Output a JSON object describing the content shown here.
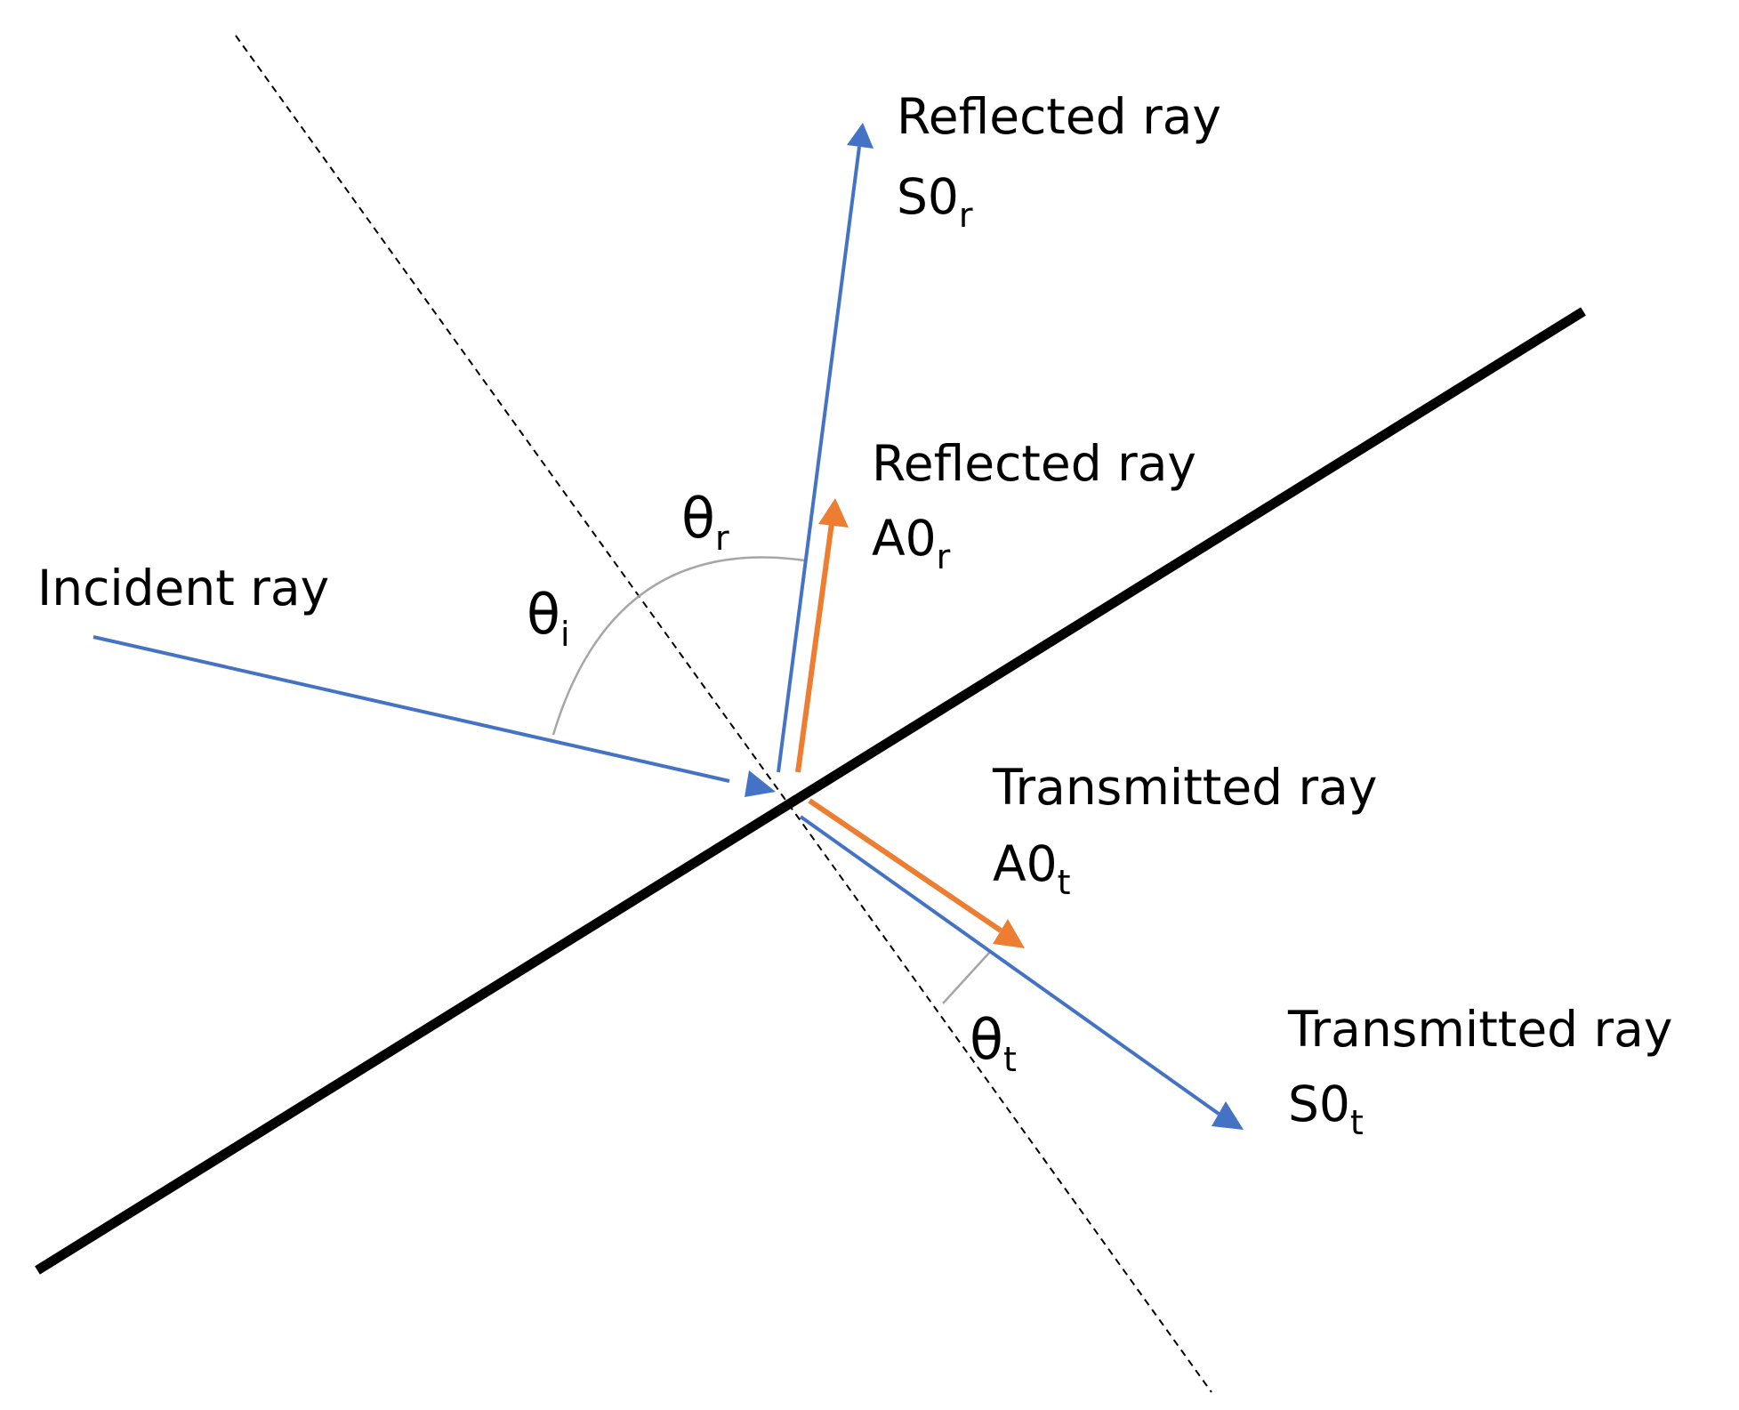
{
  "colors": {
    "interface": "#000000",
    "normal": "#000000",
    "blue_ray": "#4472c4",
    "orange_ray": "#ed7d31",
    "angle_arc": "#a6a6a6",
    "background": "#ffffff"
  },
  "labels": {
    "incident": "Incident ray",
    "reflected_s0": {
      "line1": "Reflected ray",
      "base": "S0",
      "sub": "r"
    },
    "reflected_a0": {
      "line1": "Reflected ray",
      "base": "A0",
      "sub": "r"
    },
    "transmitted_a0": {
      "line1": "Transmitted ray",
      "base": "A0",
      "sub": "t"
    },
    "transmitted_s0": {
      "line1": "Transmitted ray",
      "base": "S0",
      "sub": "t"
    }
  },
  "angles": {
    "theta_i": {
      "base": "θ",
      "sub": "i"
    },
    "theta_r": {
      "base": "θ",
      "sub": "r"
    },
    "theta_t": {
      "base": "θ",
      "sub": "t"
    }
  }
}
